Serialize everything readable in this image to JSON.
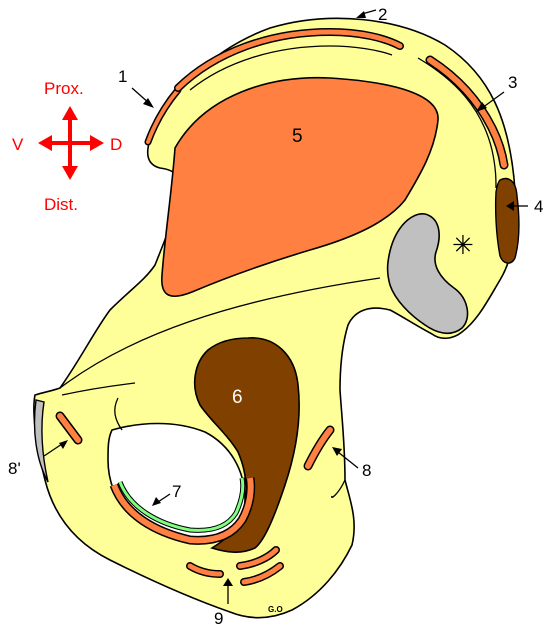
{
  "compass": {
    "prox": "Prox.",
    "dist": "Dist.",
    "ventral": "V",
    "dorsal": "D",
    "color": "#ff0000"
  },
  "labels": {
    "l1": "1",
    "l2": "2",
    "l3": "3",
    "l4": "4",
    "l5": "5",
    "l6": "6",
    "l7": "7",
    "l8": "8",
    "l8p": "8'",
    "l9": "9",
    "star": "✳"
  },
  "signature": "G.O",
  "colors": {
    "bone": "#ffff99",
    "muscle": "#ff8040",
    "dark_muscle": "#804000",
    "cartilage": "#c0c0c0",
    "green_band": "#80ff80",
    "outline": "#000000"
  }
}
